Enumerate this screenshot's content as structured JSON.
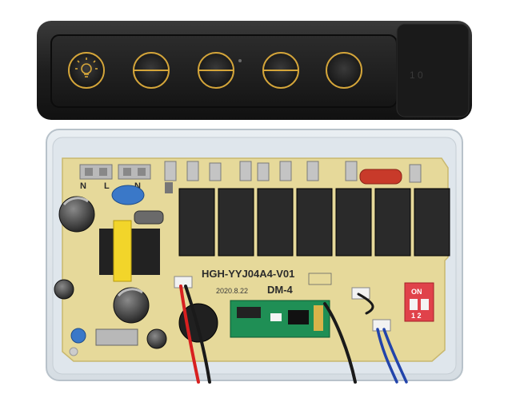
{
  "control_panel": {
    "buttons": [
      {
        "icon": "light-bulb-icon"
      },
      {
        "icon": "horizontal-line-icon"
      },
      {
        "icon": "horizontal-line-icon"
      },
      {
        "icon": "horizontal-line-icon"
      },
      {
        "icon": "blank-icon"
      }
    ],
    "ring_color": "#d4a53a",
    "body_color": "#1c1c1c"
  },
  "pcb": {
    "model_label": "HGH-YYJ04A4-V01",
    "date_label": "2020.8.22",
    "version_label": "DM-4",
    "terminal_left_1": "N",
    "terminal_left_2": "L",
    "terminal_left_3": "N",
    "dip_on_label": "ON",
    "dip_numbers": "1 2",
    "board_color": "#e6d99a",
    "relay_color": "#2a2a2a",
    "dip_color": "#e0424a",
    "relay_count": 7
  }
}
